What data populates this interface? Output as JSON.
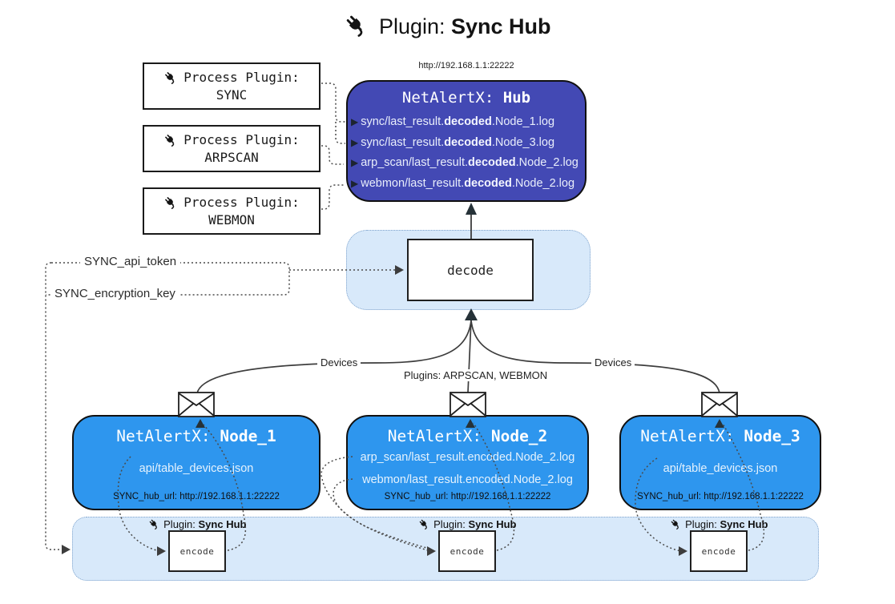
{
  "title": {
    "prefix": "Plugin: ",
    "name": "Sync Hub"
  },
  "process_plugins": [
    {
      "label": "Process Plugin:",
      "name": "SYNC"
    },
    {
      "label": "Process Plugin:",
      "name": "ARPSCAN"
    },
    {
      "label": "Process Plugin:",
      "name": "WEBMON"
    }
  ],
  "hub": {
    "url": "http://192.168.1.1:22222",
    "title_prefix": "NetAlertX: ",
    "title_name": "Hub",
    "lines": [
      {
        "pre": "sync/last_result.",
        "bold": "decoded",
        "post": ".Node_1.log"
      },
      {
        "pre": "sync/last_result.",
        "bold": "decoded",
        "post": ".Node_3.log"
      },
      {
        "pre": "arp_scan/last_result.",
        "bold": "decoded",
        "post": ".Node_2.log"
      },
      {
        "pre": "webmon/last_result.",
        "bold": "decoded",
        "post": ".Node_2.log"
      }
    ]
  },
  "decode": {
    "label": "decode"
  },
  "secrets": {
    "api_token": "SYNC_api_token",
    "encryption_key": "SYNC_encryption_key"
  },
  "edges": {
    "devices_left": "Devices",
    "devices_right": "Devices",
    "plugins_center": "Plugins: ARPSCAN, WEBMON"
  },
  "nodes": [
    {
      "title_prefix": "NetAlertX: ",
      "title_name": "Node_1",
      "lines": [
        "api/table_devices.json"
      ],
      "hub_url": "SYNC_hub_url: http://192.168.1.1:22222"
    },
    {
      "title_prefix": "NetAlertX: ",
      "title_name": "Node_2",
      "lines": [
        "arp_scan/last_result.encoded.Node_2.log",
        "webmon/last_result.encoded.Node_2.log"
      ],
      "hub_url": "SYNC_hub_url: http://192.168.1.1:22222"
    },
    {
      "title_prefix": "NetAlertX: ",
      "title_name": "Node_3",
      "lines": [
        "api/table_devices.json"
      ],
      "hub_url": "SYNC_hub_url: http://192.168.1.1:22222"
    }
  ],
  "band": {
    "plugin_prefix": "Plugin: ",
    "plugin_name": "Sync Hub",
    "encode_label": "encode"
  },
  "colors": {
    "hub_fill": "#4349b4",
    "node_fill": "#2e96ee",
    "panel_fill": "#d8e9fa",
    "panel_border": "#7fa3cc",
    "line": "#3d3d3d",
    "arrow_dark": "#263238"
  }
}
